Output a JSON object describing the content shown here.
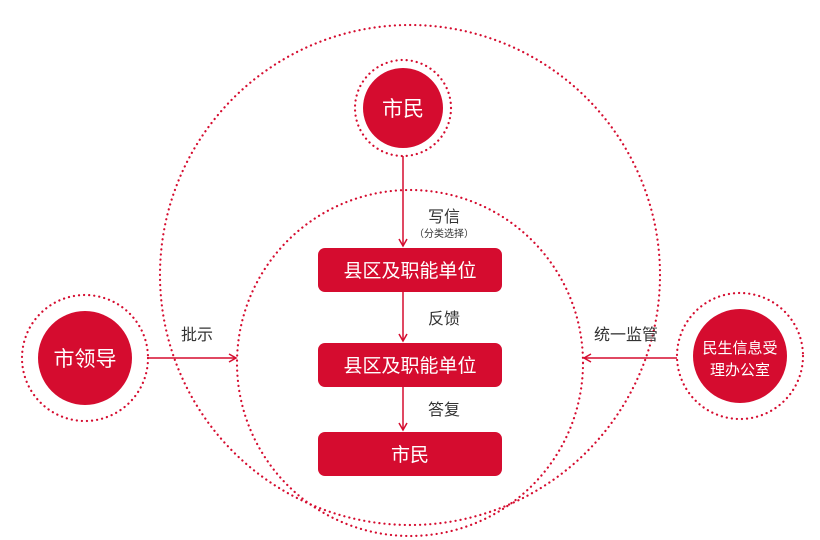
{
  "colors": {
    "accent": "#d50c2f"
  },
  "top_node": "市民",
  "left_node": "市领导",
  "right_node": {
    "line1": "民生信息受",
    "line2": "理办公室"
  },
  "left_arrow_label": "批示",
  "right_arrow_label": "统一监管",
  "flow": {
    "step1_label": "写信",
    "step1_sub": "（分类选择）",
    "box1": "县区及职能单位",
    "step2_label": "反馈",
    "box2": "县区及职能单位",
    "step3_label": "答复",
    "box3": "市民"
  }
}
